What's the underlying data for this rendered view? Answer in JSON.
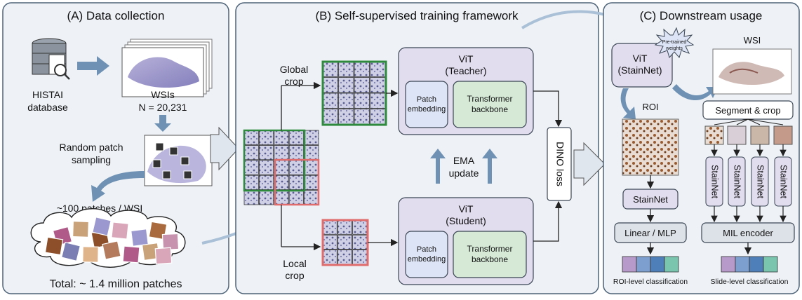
{
  "panels": {
    "a_title": "(A) Data collection",
    "b_title": "(B) Self-supervised training framework",
    "c_title": "(C) Downstream usage"
  },
  "panel_a": {
    "db_label_1": "HISTAI",
    "db_label_2": "database",
    "wsi_label": "WSIs",
    "wsi_count": "N = 20,231",
    "sampling_1": "Random patch",
    "sampling_2": "sampling",
    "per_wsi": "~100 patches / WSI",
    "total": "Total: ~ 1.4 million patches"
  },
  "panel_b": {
    "global_crop_1": "Global",
    "global_crop_2": "crop",
    "local_crop_1": "Local",
    "local_crop_2": "crop",
    "teacher_1": "ViT",
    "teacher_2": "(Teacher)",
    "student_1": "ViT",
    "student_2": "(Student)",
    "patch_emb_1": "Patch",
    "patch_emb_2": "embedding",
    "backbone_1": "Transformer",
    "backbone_2": "backbone",
    "ema_1": "EMA",
    "ema_2": "update",
    "dino_loss": "DINO loss"
  },
  "panel_c": {
    "vit_1": "ViT",
    "vit_2": "(StainNet)",
    "pretrained_1": "Pre-trained",
    "pretrained_2": "weights",
    "wsi": "WSI",
    "roi": "ROI",
    "segment_crop": "Segment & crop",
    "stainnet": "StainNet",
    "linear_mlp": "Linear / MLP",
    "mil_encoder": "MIL encoder",
    "roi_cls": "ROI-level classification",
    "slide_cls": "Slide-level classification"
  },
  "colors": {
    "panel_bg": "#eef2f7",
    "vit_box": "#e2dcef",
    "patch_embedding": "#dde4f5",
    "backbone": "#d5e9d6",
    "green_crop": "#2e8b3d",
    "red_crop": "#e06c6c",
    "arrow_blue": "#6f91b3",
    "feature_colors": [
      "#b79ac9",
      "#7d9fcf",
      "#4f7fb8",
      "#79c5ad"
    ]
  }
}
